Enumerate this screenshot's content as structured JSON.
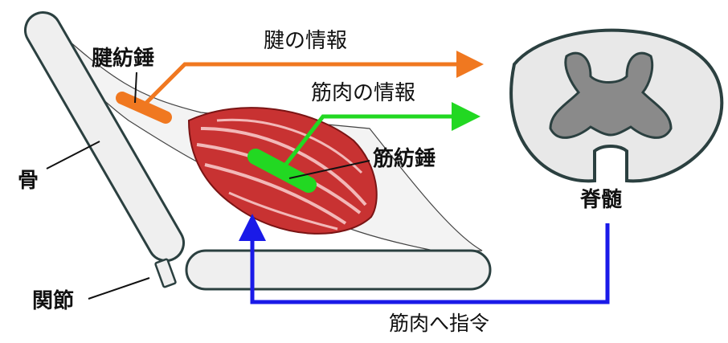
{
  "labels": {
    "tendon_info": "腱の情報",
    "muscle_info": "筋肉の情報",
    "golgi_tendon_organ": "腱紡錘",
    "muscle_spindle": "筋紡錘",
    "bone": "骨",
    "joint": "関節",
    "spinal_cord": "脊髄",
    "command_to_muscle": "筋肉へ指令"
  },
  "colors": {
    "tendon_arrow": "#f07820",
    "muscle_arrow": "#22d822",
    "motor_arrow": "#1a1ae8",
    "muscle": "#c83232",
    "bone_fill": "#efefef",
    "outline": "#2b4040",
    "spinal_outer": "#e8e8e8",
    "gray_matter": "#8a8a8a"
  }
}
